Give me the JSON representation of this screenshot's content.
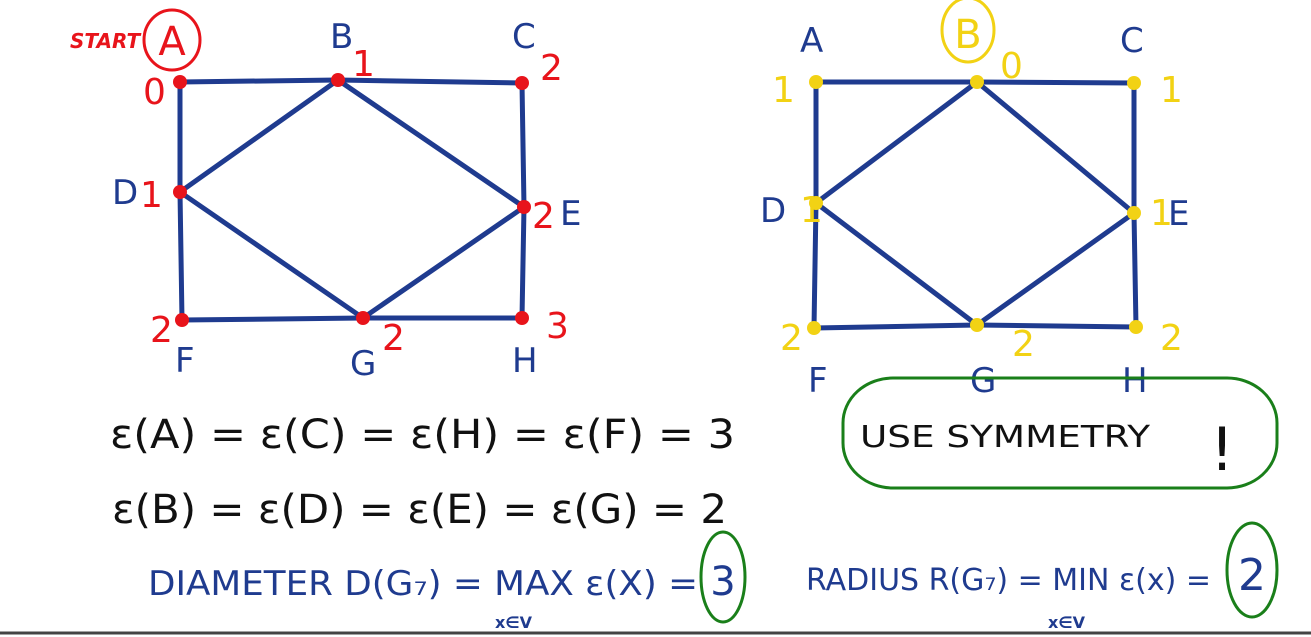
{
  "graph_a": {
    "title": "A",
    "start_label": "START",
    "vertices": [
      {
        "id": "A",
        "name": "",
        "value": "0"
      },
      {
        "id": "B",
        "name": "B",
        "value": "1"
      },
      {
        "id": "C",
        "name": "C",
        "value": "2"
      },
      {
        "id": "D",
        "name": "D",
        "value": "1"
      },
      {
        "id": "E",
        "name": "E",
        "value": "2"
      },
      {
        "id": "F",
        "name": "F",
        "value": "2"
      },
      {
        "id": "G",
        "name": "G",
        "value": "2"
      },
      {
        "id": "H",
        "name": "H",
        "value": "3"
      }
    ],
    "edges": [
      [
        "A",
        "B"
      ],
      [
        "B",
        "C"
      ],
      [
        "C",
        "E"
      ],
      [
        "E",
        "H"
      ],
      [
        "H",
        "G"
      ],
      [
        "G",
        "F"
      ],
      [
        "F",
        "D"
      ],
      [
        "D",
        "A"
      ],
      [
        "B",
        "D"
      ],
      [
        "B",
        "E"
      ],
      [
        "D",
        "G"
      ],
      [
        "E",
        "G"
      ]
    ]
  },
  "graph_b": {
    "title": "B",
    "vertices": [
      {
        "id": "A",
        "name": "A",
        "value": "1"
      },
      {
        "id": "B",
        "name": "",
        "value": "0"
      },
      {
        "id": "C",
        "name": "C",
        "value": "1"
      },
      {
        "id": "D",
        "name": "D",
        "value": "1"
      },
      {
        "id": "E",
        "name": "E",
        "value": "1"
      },
      {
        "id": "F",
        "name": "F",
        "value": "2"
      },
      {
        "id": "G",
        "name": "G",
        "value": "2"
      },
      {
        "id": "H",
        "name": "H",
        "value": "2"
      }
    ],
    "edges": [
      [
        "A",
        "B"
      ],
      [
        "B",
        "C"
      ],
      [
        "C",
        "E"
      ],
      [
        "E",
        "H"
      ],
      [
        "H",
        "G"
      ],
      [
        "G",
        "F"
      ],
      [
        "F",
        "D"
      ],
      [
        "D",
        "A"
      ],
      [
        "B",
        "D"
      ],
      [
        "B",
        "E"
      ],
      [
        "D",
        "G"
      ],
      [
        "E",
        "G"
      ]
    ]
  },
  "equations": {
    "line1": "ε(A) = ε(C) = ε(H) = ε(F) = 3",
    "line2": "ε(B) = ε(D) = ε(E) = ε(G) = 2",
    "diameter_text": "DIAMETER D(G₇) = MAX ε(X) =",
    "diameter_sub": "x∈V",
    "diameter_value": "3",
    "radius_text": "RADIUS R(G₇) = MIN ε(x) =",
    "radius_sub": "x∈V",
    "radius_value": "2"
  },
  "note": {
    "text": "USE SYMMETRY",
    "mark": "!"
  },
  "colors": {
    "edge": "#1f3b8f",
    "graph_a_marks": "#e8141b",
    "graph_b_marks": "#f2d214",
    "equations": "#111111",
    "blue_text": "#1f3b8f",
    "highlight": "#1a7f1a"
  }
}
